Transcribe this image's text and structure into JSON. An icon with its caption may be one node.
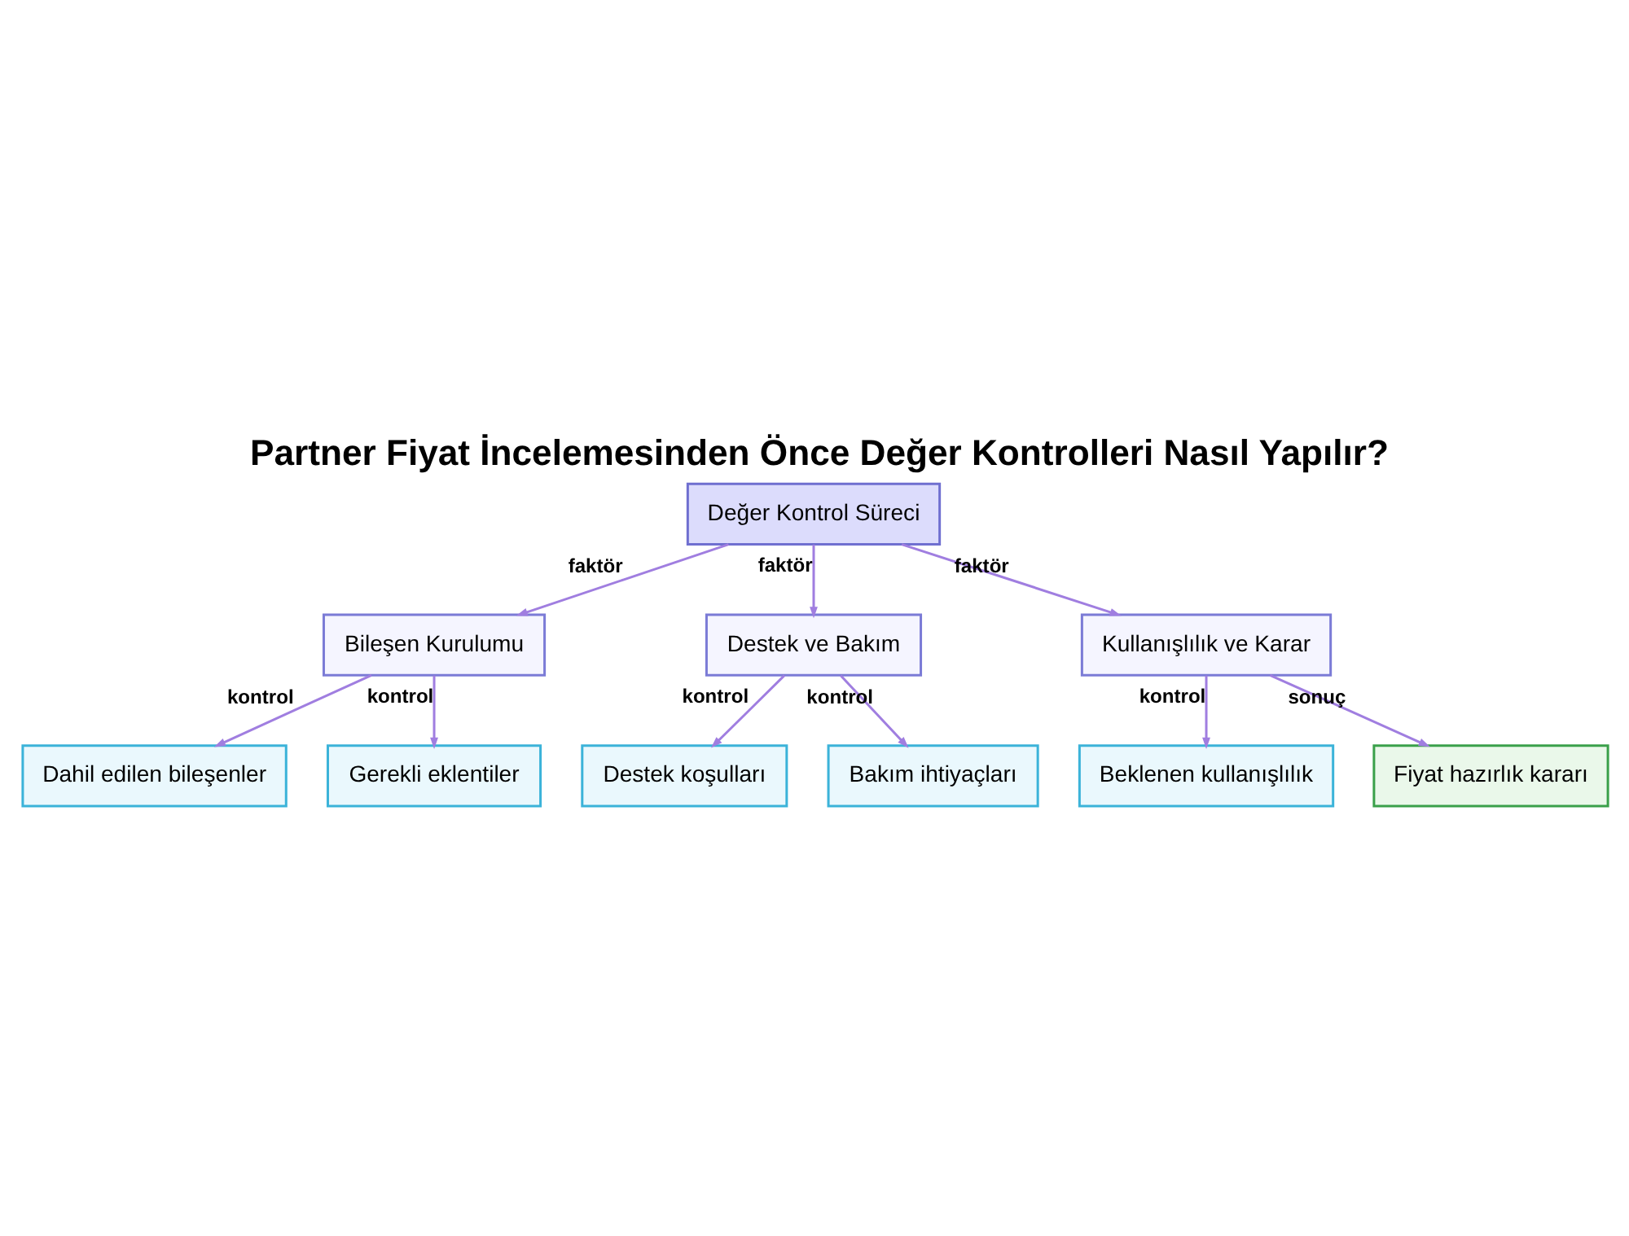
{
  "diagram": {
    "title": "Partner Fiyat İncelemesinden Önce Değer Kontrolleri Nasıl Yapılır?",
    "nodes": [
      {
        "text": [
          "Değer Kontrol Süreci"
        ]
      },
      {
        "text": [
          "Bileşen Kurulumu"
        ]
      },
      {
        "text": [
          "Destek ve Bakım"
        ]
      },
      {
        "text": [
          "Kullanışlılık ve Karar"
        ]
      },
      {
        "text": [
          "Dahil edilen bileşenler"
        ]
      },
      {
        "text": [
          "Gerekli eklentiler"
        ]
      },
      {
        "text": [
          "Destek koşulları"
        ]
      },
      {
        "text": [
          "Bakım ihtiyaçları"
        ]
      },
      {
        "text": [
          "Beklenen kullanışlılık"
        ]
      },
      {
        "text": [
          "Fiyat hazırlık kararı"
        ]
      }
    ],
    "edges": [
      {
        "from": 0,
        "to": 1,
        "arrow": "to",
        "label": "faktör"
      },
      {
        "from": 0,
        "to": 2,
        "arrow": "to",
        "label": "faktör"
      },
      {
        "from": 0,
        "to": 3,
        "arrow": "to",
        "label": "faktör"
      },
      {
        "from": 1,
        "to": 4,
        "arrow": "to",
        "label": "kontrol"
      },
      {
        "from": 1,
        "to": 5,
        "arrow": "to",
        "label": "kontrol"
      },
      {
        "from": 2,
        "to": 6,
        "arrow": "to",
        "label": "kontrol"
      },
      {
        "from": 2,
        "to": 7,
        "arrow": "to",
        "label": "kontrol"
      },
      {
        "from": 3,
        "to": 8,
        "arrow": "to",
        "label": "kontrol"
      },
      {
        "from": 3,
        "to": 9,
        "arrow": "to",
        "label": "sonuç"
      }
    ]
  }
}
